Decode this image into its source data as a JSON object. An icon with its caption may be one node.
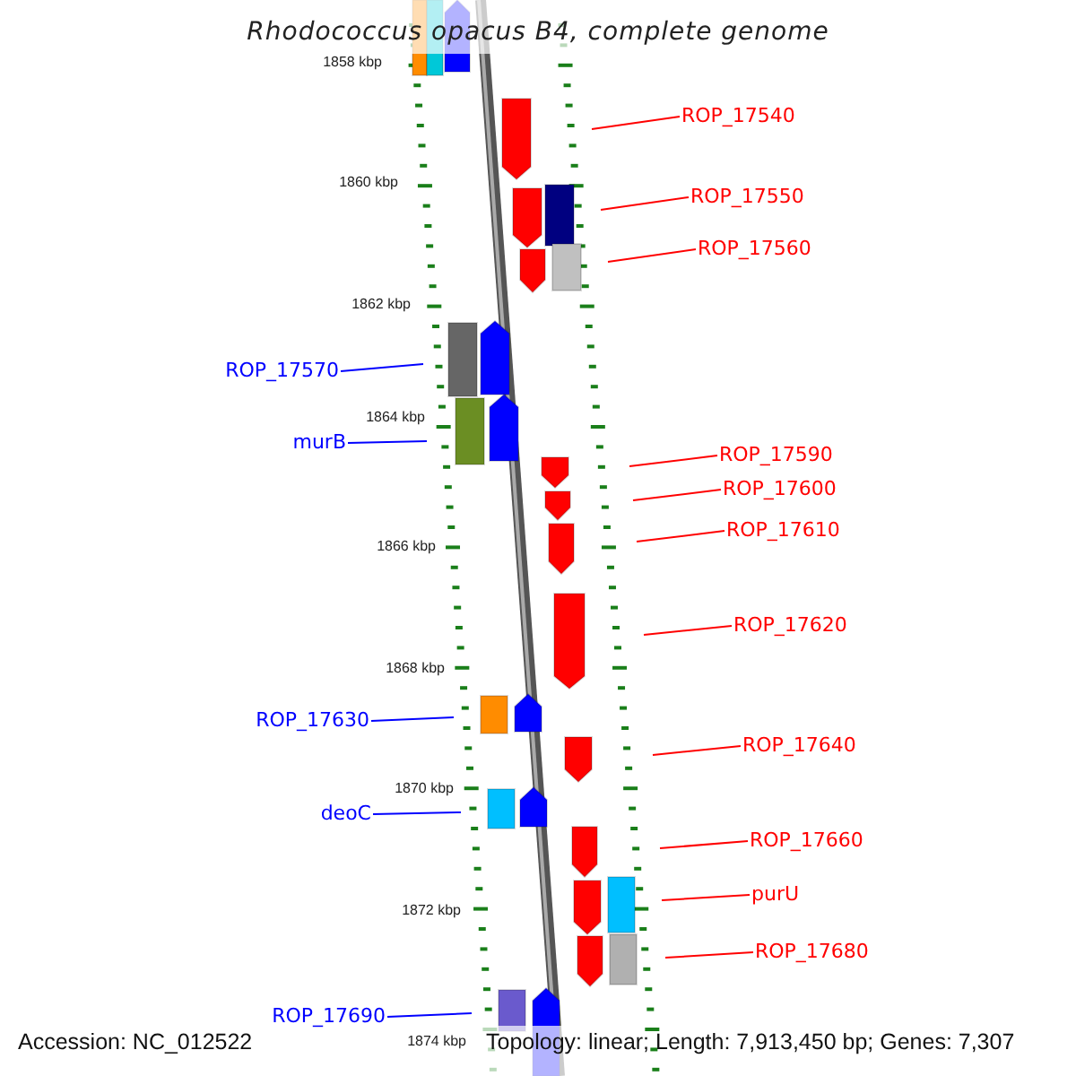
{
  "diagram": {
    "title": "Rhodococcus opacus B4, complete genome",
    "nodes": [
      {
        "text": [
          "ROP_17540"
        ]
      },
      {
        "text": [
          "ROP_17550"
        ]
      },
      {
        "text": [
          "ROP_17560"
        ]
      },
      {
        "text": [
          "ROP_17570"
        ]
      },
      {
        "text": [
          "murB"
        ]
      },
      {
        "text": [
          "ROP_17590"
        ]
      },
      {
        "text": [
          "ROP_17600"
        ]
      },
      {
        "text": [
          "ROP_17610"
        ]
      },
      {
        "text": [
          "ROP_17620"
        ]
      },
      {
        "text": [
          "ROP_17630"
        ]
      },
      {
        "text": [
          "ROP_17640"
        ]
      },
      {
        "text": [
          "deoC"
        ]
      },
      {
        "text": [
          "ROP_17660"
        ]
      },
      {
        "text": [
          "purU"
        ]
      },
      {
        "text": [
          "ROP_17680"
        ]
      },
      {
        "text": [
          "ROP_17690"
        ]
      }
    ],
    "edges": [
      {
        "from": 0,
        "to": null,
        "arrow": "none"
      },
      {
        "from": 1,
        "to": null,
        "arrow": "none"
      },
      {
        "from": 2,
        "to": null,
        "arrow": "none"
      },
      {
        "from": 3,
        "to": null,
        "arrow": "none",
        "color": "#0000ff"
      },
      {
        "from": 4,
        "to": null,
        "arrow": "none",
        "color": "#0000ff"
      },
      {
        "from": 5,
        "to": null,
        "arrow": "none"
      },
      {
        "from": 6,
        "to": null,
        "arrow": "none"
      },
      {
        "from": 7,
        "to": null,
        "arrow": "none"
      },
      {
        "from": 8,
        "to": null,
        "arrow": "none"
      },
      {
        "from": 9,
        "to": null,
        "arrow": "none",
        "color": "#0000ff"
      },
      {
        "from": 10,
        "to": null,
        "arrow": "none"
      },
      {
        "from": 11,
        "to": null,
        "arrow": "none",
        "color": "#0000ff"
      },
      {
        "from": 12,
        "to": null,
        "arrow": "none"
      },
      {
        "from": 13,
        "to": null,
        "arrow": "none"
      },
      {
        "from": 14,
        "to": null,
        "arrow": "none"
      },
      {
        "from": 15,
        "to": null,
        "arrow": "none",
        "color": "#0000ff"
      }
    ],
    "labels": [
      "1858 kbp",
      "1860 kbp",
      "1862 kbp",
      "1864 kbp",
      "1866 kbp",
      "1868 kbp",
      "1870 kbp",
      "1872 kbp",
      "1874 kbp",
      "Accession: NC_012522",
      "Topology: linear; Length: 7,913,450 bp; Genes: 7,307"
    ]
  }
}
